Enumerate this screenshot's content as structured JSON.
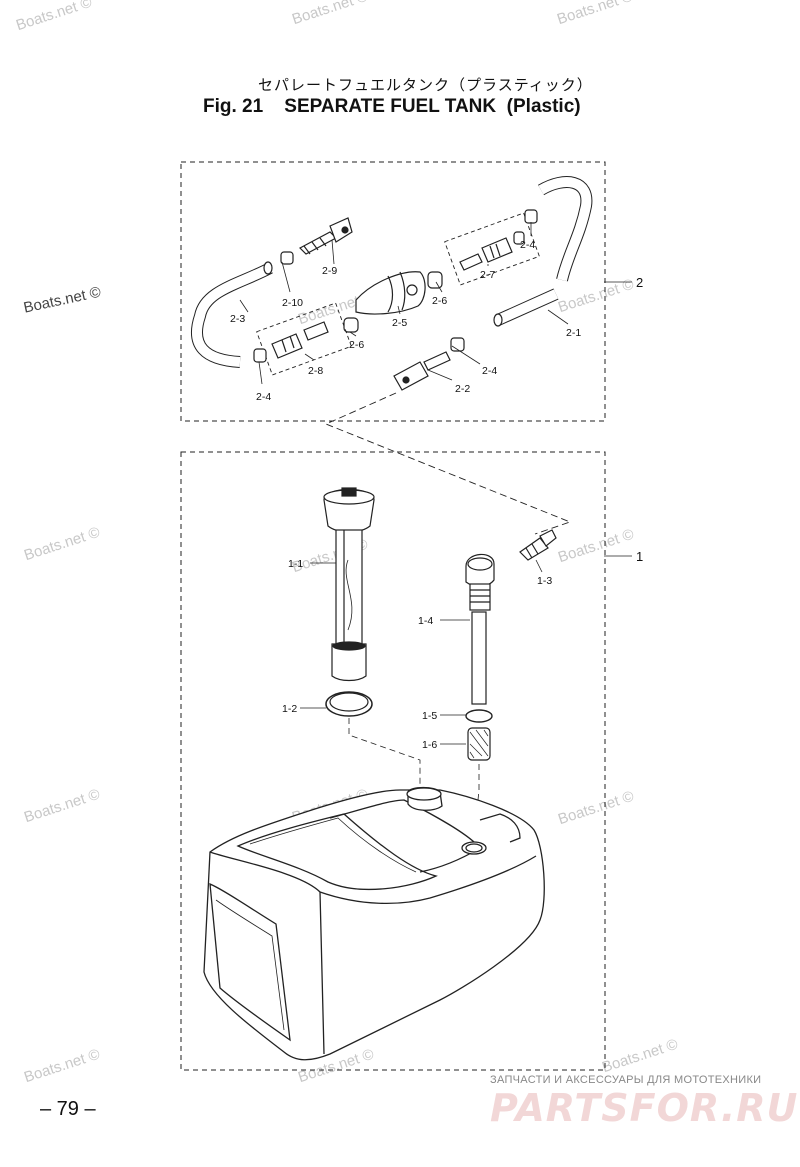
{
  "title_jp": "セパレートフュエルタンク（プラスティック）",
  "title_en": "Fig. 21    SEPARATE FUEL TANK  (Plastic)",
  "watermark": "Boats.net ©",
  "parts": {
    "assy_2": "2",
    "assy_1": "1",
    "p2_1": "2-1",
    "p2_2": "2-2",
    "p2_3": "2-3",
    "p2_4a": "2-4",
    "p2_4b": "2-4",
    "p2_4c": "2-4",
    "p2_5": "2-5",
    "p2_6a": "2-6",
    "p2_6b": "2-6",
    "p2_7": "2-7",
    "p2_8": "2-8",
    "p2_9": "2-9",
    "p2_10": "2-10",
    "p1_1": "1-1",
    "p1_2": "1-2",
    "p1_3": "1-3",
    "p1_4": "1-4",
    "p1_5": "1-5",
    "p1_6": "1-6"
  },
  "page_number": "– 79 –",
  "footer_text": "ЗАПЧАСТИ И АКСЕССУАРЫ ДЛЯ МОТОТЕХНИКИ",
  "footer_logo": "PARTSFOR.RU"
}
